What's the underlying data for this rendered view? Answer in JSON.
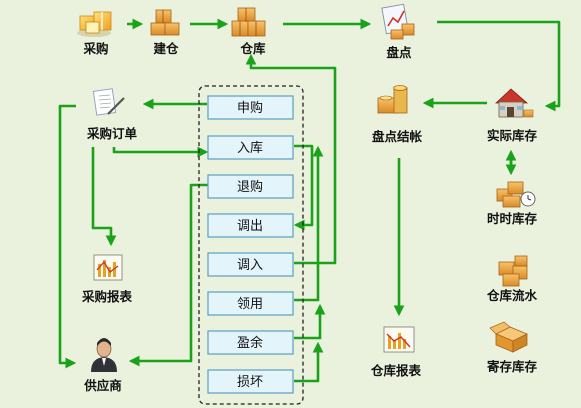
{
  "diagram": {
    "top_nodes": {
      "purchase": "采购",
      "build_warehouse": "建仓",
      "warehouse": "仓库",
      "stock_check": "盘点"
    },
    "left_nodes": {
      "purchase_order": "采购订单",
      "purchase_report": "采购报表",
      "supplier": "供应商"
    },
    "middle_nodes": {
      "check_close": "盘点结帐",
      "warehouse_report": "仓库报表"
    },
    "right_nodes": {
      "actual_stock": "实际库存",
      "realtime_stock": "时时库存",
      "warehouse_flow": "仓库流水",
      "consignment_stock": "寄存库存"
    },
    "process_buttons": [
      "申购",
      "入库",
      "退购",
      "调出",
      "调入",
      "领用",
      "盈余",
      "损坏"
    ]
  },
  "colors": {
    "background": "#eaf1dc",
    "arrow": "#1aa31a",
    "button_fill": "#e3f4fb",
    "button_border": "#5a9fc3"
  },
  "icons": {
    "purchase": "gift-boxes-icon",
    "build_warehouse": "box-stack-icon",
    "warehouse": "warehouse-boxes-icon",
    "stock_check": "chart-boxes-icon",
    "purchase_order": "document-pen-icon",
    "purchase_report": "bar-chart-report-icon",
    "supplier": "person-icon",
    "check_close": "coins-icon",
    "warehouse_report": "line-chart-report-icon",
    "actual_stock": "house-icon",
    "realtime_stock": "boxes-clock-icon",
    "warehouse_flow": "boxes-flow-icon",
    "consignment_stock": "open-box-icon"
  }
}
